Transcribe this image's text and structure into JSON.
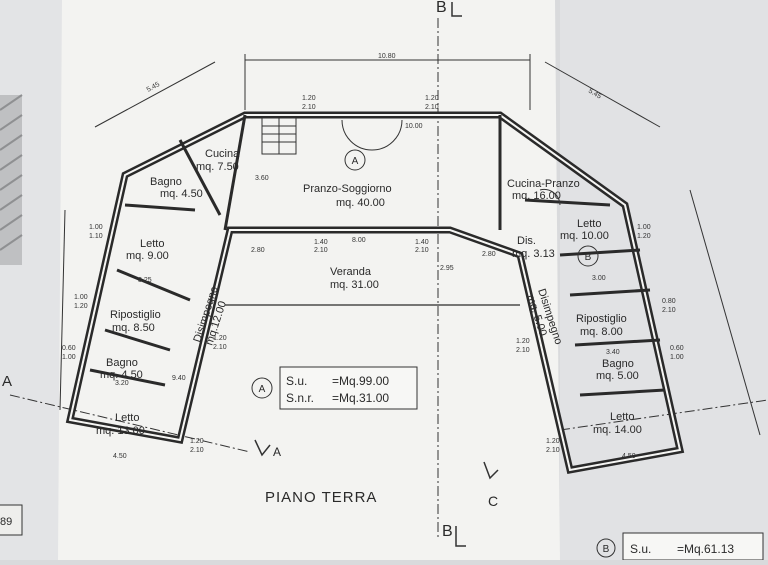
{
  "drawing_title": "PIANO TERRA",
  "section_marks": {
    "a_left": "A",
    "a_bottom": "A",
    "b_top": "B",
    "b_bottom": "B",
    "c_bottom": "C",
    "page_number": "89"
  },
  "units": {
    "a": {
      "tag": "A",
      "su_label": "S.u.",
      "su_value": "=Mq.99.00",
      "snr_label": "S.n.r.",
      "snr_value": "=Mq.31.00"
    },
    "b": {
      "tag": "B",
      "su_label": "S.u.",
      "su_value": "=Mq.61.13"
    }
  },
  "rooms": [
    {
      "id": "cucina",
      "name": "Cucina",
      "area": "mq. 7.50"
    },
    {
      "id": "bagno-a",
      "name": "Bagno",
      "area": "mq. 4.50"
    },
    {
      "id": "pranzo",
      "name": "Pranzo-Soggiorno",
      "area": "mq. 40.00"
    },
    {
      "id": "cucina-pranzo",
      "name": "Cucina-Pranzo",
      "area": "mq. 16.00"
    },
    {
      "id": "letto-a1",
      "name": "Letto",
      "area": "mq. 9.00"
    },
    {
      "id": "veranda",
      "name": "Veranda",
      "area": "mq. 31.00"
    },
    {
      "id": "ripostiglio-a",
      "name": "Ripostiglio",
      "area": "mq. 8.50"
    },
    {
      "id": "disimpegno-a",
      "name": "Disimpegno",
      "area": "mq.12.00"
    },
    {
      "id": "bagno-a2",
      "name": "Bagno",
      "area": "mq. 4.50"
    },
    {
      "id": "letto-a2",
      "name": "Letto",
      "area": "mq. 13.00"
    },
    {
      "id": "letto-b1",
      "name": "Letto",
      "area": "mq. 10.00"
    },
    {
      "id": "dis-b",
      "name": "Dis.",
      "area": "mq. 3.13"
    },
    {
      "id": "disimpegno-b",
      "name": "Disimpegno",
      "area": "mq. 5.00"
    },
    {
      "id": "ripostiglio-b",
      "name": "Ripostiglio",
      "area": "mq. 8.00"
    },
    {
      "id": "bagno-b",
      "name": "Bagno",
      "area": "mq. 5.00"
    },
    {
      "id": "letto-b2",
      "name": "Letto",
      "area": "mq. 14.00"
    }
  ],
  "dimensions": {
    "top_overall": "10.80",
    "upper_left_diag": "5.45",
    "upper_right_diag": "5.45",
    "wall_120_210": [
      "1.20",
      "2.10"
    ],
    "wall_100_110": [
      "1.00",
      "1.10"
    ],
    "wall_100_120": [
      "1.00",
      "1.20"
    ],
    "wall_060_100": [
      "0.60",
      "1.00"
    ],
    "wall_080_210": [
      "0.80",
      "2.10"
    ],
    "wall_140_210": [
      "1.40",
      "2.10"
    ],
    "misc": [
      "8.00",
      "10.00",
      "2.80",
      "2.80",
      "3.60",
      "4.50",
      "4.50",
      "3.25",
      "3.00",
      "3.40",
      "9.40",
      "2.95",
      "3.20"
    ]
  }
}
